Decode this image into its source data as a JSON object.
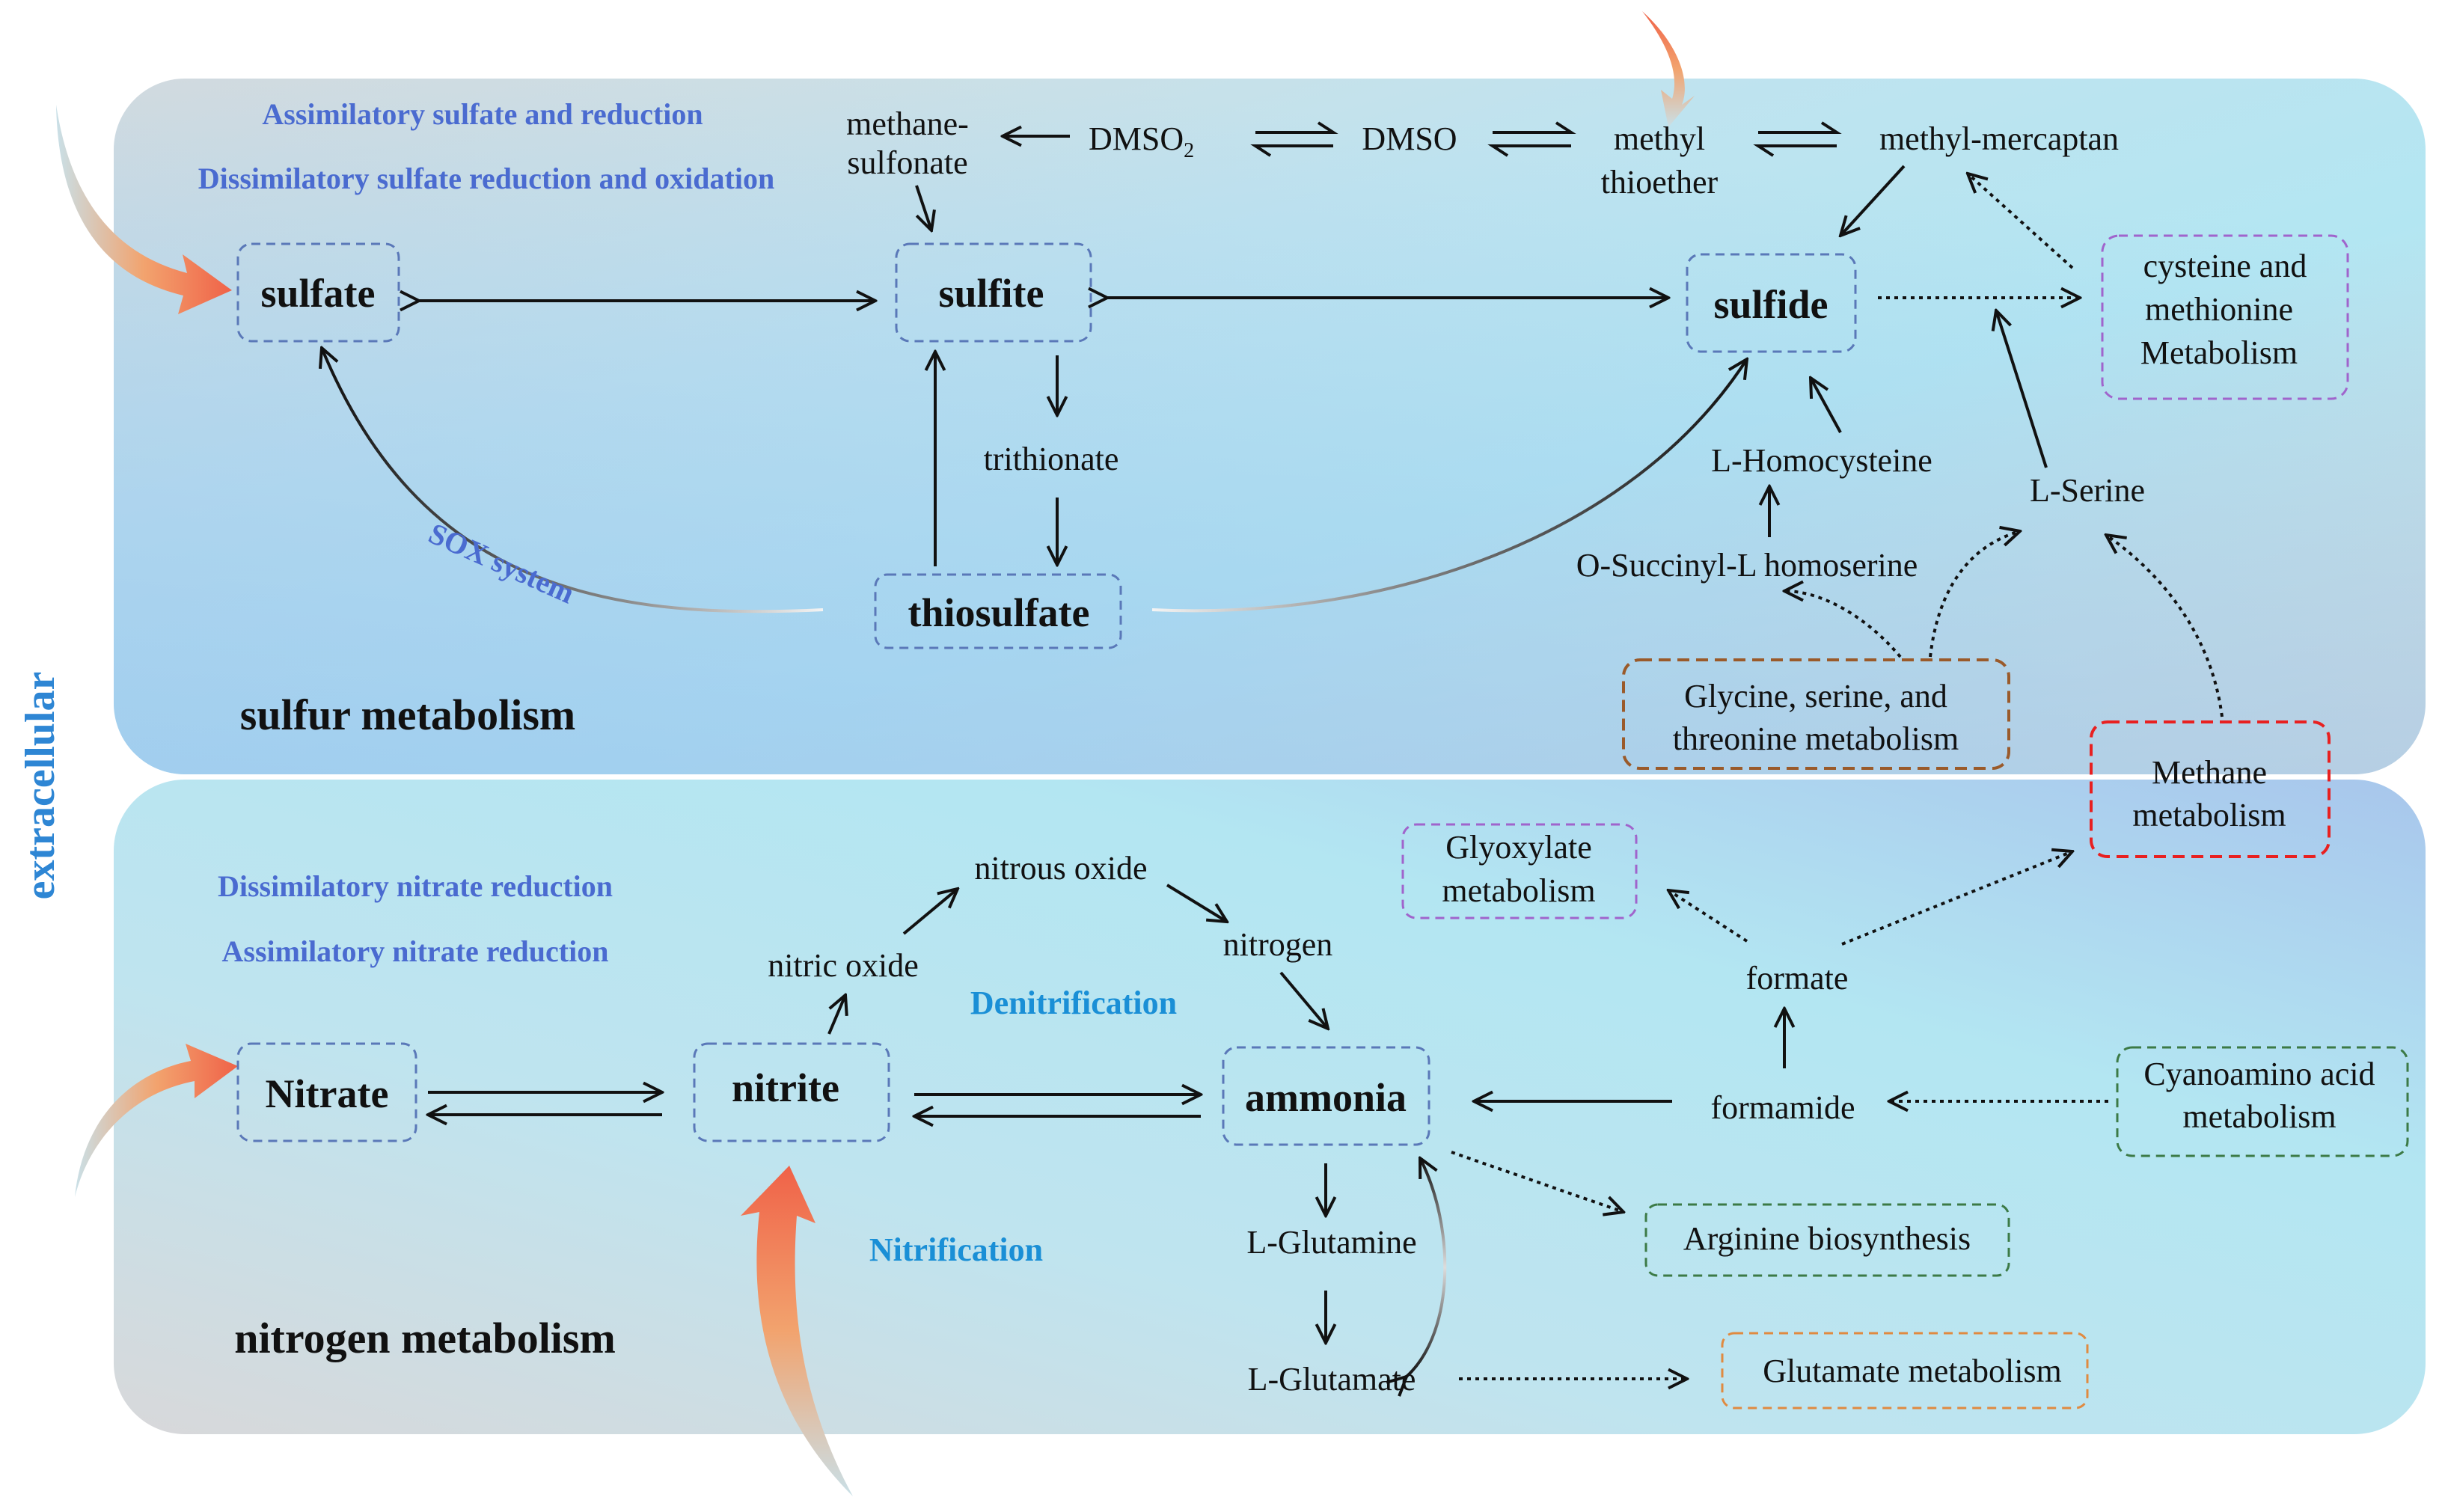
{
  "side_label": "extracellular",
  "sulfur": {
    "section_title": "sulfur metabolism",
    "pathways": {
      "assimilatory": "Assimilatory sulfate and reduction",
      "dissimilatory": "Dissimilatory sulfate reduction and oxidation"
    },
    "nodes": {
      "sulfate": "sulfate",
      "sulfite": "sulfite",
      "sulfide": "sulfide",
      "thiosulfate": "thiosulfate",
      "trithionate": "trithionate",
      "methanesulfonate_line1": "methane-",
      "methanesulfonate_line2": "sulfonate",
      "dmso2": "DMSO",
      "dmso2_sub": "2",
      "dmso": "DMSO",
      "methyl_thioether_line1": "methyl",
      "methyl_thioether_line2": "thioether",
      "methyl_mercaptan": "methyl-mercaptan",
      "l_homocysteine": "L-Homocysteine",
      "l_serine": "L-Serine",
      "o_succinyl": "O-Succinyl-L homoserine"
    },
    "sox_label": "SOX system",
    "related": {
      "cysteine_line1": "cysteine and",
      "cysteine_line2": "methionine",
      "cysteine_line3": "Metabolism",
      "glycine_line1": "Glycine, serine, and",
      "glycine_line2": "threonine metabolism",
      "methane_line1": "Methane",
      "methane_line2": "metabolism"
    }
  },
  "nitrogen": {
    "section_title": "nitrogen metabolism",
    "pathways": {
      "dissimilatory": "Dissimilatory nitrate reduction",
      "assimilatory": "Assimilatory nitrate reduction",
      "denitrification": "Denitrification",
      "nitrification": "Nitrification"
    },
    "nodes": {
      "nitrate": "Nitrate",
      "nitrite": "nitrite",
      "ammonia": "ammonia",
      "nitric_oxide": "nitric oxide",
      "nitrous_oxide": "nitrous oxide",
      "nitrogen": "nitrogen",
      "formate": "formate",
      "formamide": "formamide",
      "l_glutamine": "L-Glutamine",
      "l_glutamate": "L-Glutamate"
    },
    "related": {
      "glyoxylate_line1": "Glyoxylate",
      "glyoxylate_line2": "metabolism",
      "cyanoamino_line1": "Cyanoamino acid",
      "cyanoamino_line2": "metabolism",
      "arginine": "Arginine biosynthesis",
      "glutamate_met": "Glutamate metabolism"
    }
  },
  "colors": {
    "node_border": "#5a78b8",
    "purple_border": "#a064cc",
    "brown_border": "#9a5a2a",
    "red_border": "#e82020",
    "green_border": "#3c7a46",
    "orange_border": "#e08a40",
    "input_arrow": "#ee6a4a"
  }
}
